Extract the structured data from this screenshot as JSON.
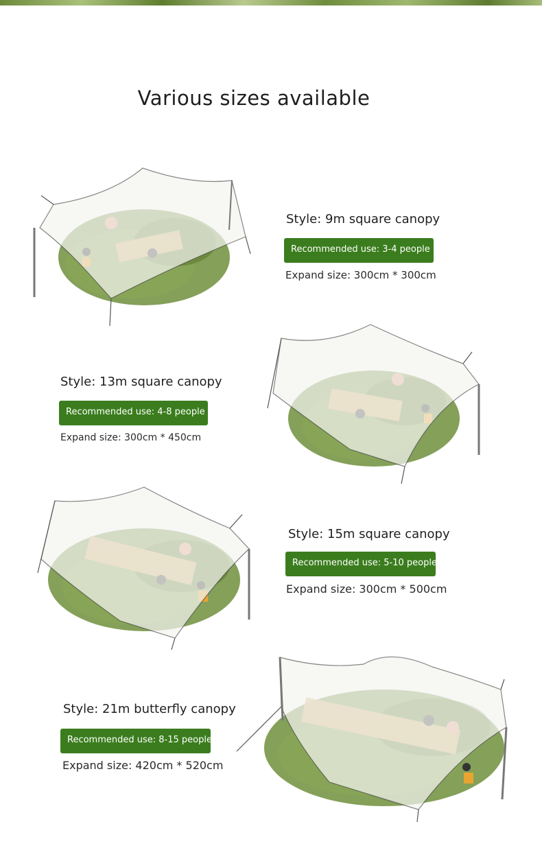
{
  "page": {
    "title": "Various sizes available"
  },
  "products": [
    {
      "style": "Style: 9m square canopy",
      "recommended": "Recommended use: 3-4 people",
      "expand": "Expand size: 300cm * 300cm"
    },
    {
      "style": "Style: 13m square canopy",
      "recommended": "Recommended use: 4-8 people",
      "expand": "Expand size: 300cm * 450cm"
    },
    {
      "style": "Style: 15m square canopy",
      "recommended": "Recommended use: 5-10 people",
      "expand": "Expand size: 300cm * 500cm"
    },
    {
      "style": "Style: 21m butterfly canopy",
      "recommended": "Recommended use: 8-15 people",
      "expand": "Expand size: 420cm * 520cm"
    }
  ],
  "colors": {
    "badge": "#3b7d1e",
    "grass": "#6f8f3c",
    "canopy": "#f4f4f1"
  }
}
